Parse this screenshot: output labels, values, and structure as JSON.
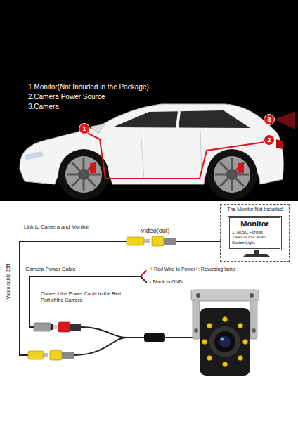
{
  "diagram": {
    "nodes": [
      {
        "text": [
          "The Monitor Not Included"
        ]
      },
      {
        "text": [
          "Monitor",
          "1. NTSC Format",
          "2.PAL/NTSC Auto Switch Light"
        ],
        "in": 0
      }
    ],
    "labels": [
      "1.Monitor(Not Induded in the Package)",
      "2.Camera Power Source",
      "3.Camera",
      "1",
      "2",
      "3",
      "Link to Camera and Monitor",
      "Video(out)",
      "Video cable 26ft",
      "Camera Power Cable",
      "+ Red Wire to Power+: Reversing lamp",
      "- Black to GND",
      "Connect the Power Cable to the Red Port of the Camera"
    ]
  }
}
